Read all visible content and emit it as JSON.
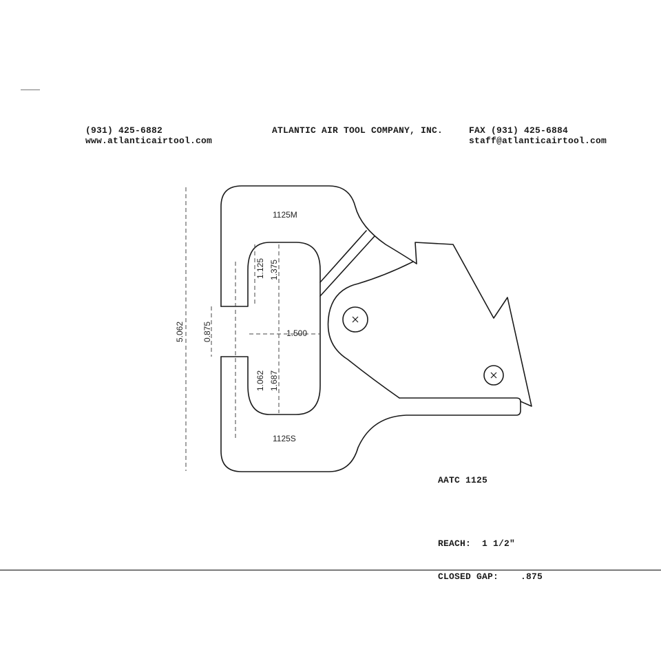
{
  "header": {
    "phone": "(931) 425-6882",
    "website": "www.atlanticairtool.com",
    "company": "ATLANTIC AIR TOOL COMPANY, INC.",
    "fax": "FAX (931) 425-6884",
    "email": "staff@atlanticairtool.com"
  },
  "drawing": {
    "upper_jaw_label": "1125M",
    "lower_jaw_label": "1125S",
    "dimensions": {
      "overall_height": "5.062",
      "gap": "0.875",
      "upper_inner_1": "1.125",
      "upper_inner_2": "1.375",
      "reach": "1.500",
      "lower_inner_1": "1.062",
      "lower_inner_2": "1.687"
    }
  },
  "notes": {
    "model": "AATC 1125",
    "reach_line": "REACH:  1 1/2\"",
    "closed_gap_line": "CLOSED GAP:    .875"
  }
}
